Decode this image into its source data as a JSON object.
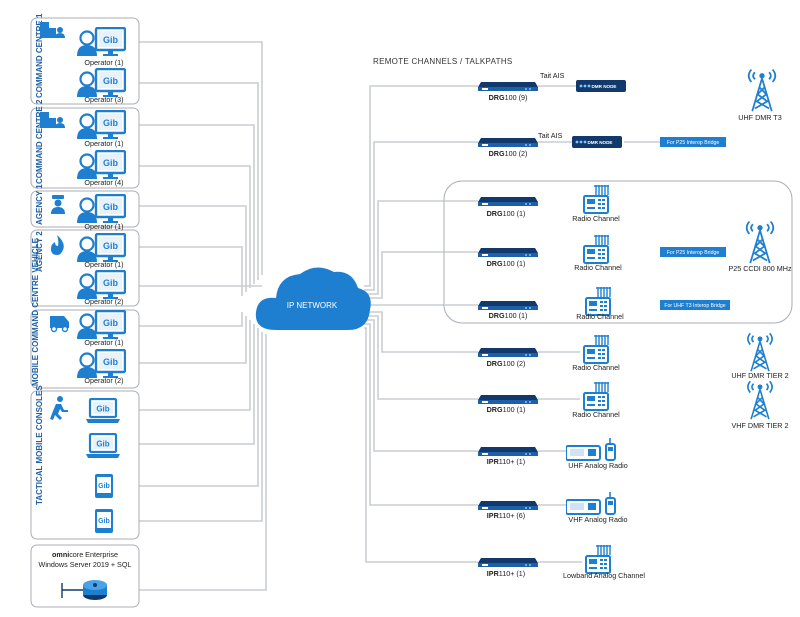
{
  "section_title": "REMOTE CHANNELS / TALKPATHS",
  "cloud_label": "IP NETWORK",
  "groups": {
    "cc1": "COMMAND CENTRE 1",
    "cc2": "COMMAND CENTRE 2",
    "agency1": "AGENCY 1",
    "agency2": "AGENCY 2",
    "mobile_cmd": "MOBILE COMMAND CENTRE VEHICLE",
    "tactical": "TACTICAL MOBILE CONSOLES"
  },
  "operators": {
    "cc1_a": "Operator (1)",
    "cc1_b": "Operator (3)",
    "cc2_a": "Operator (1)",
    "cc2_b": "Operator (4)",
    "ag1": "Operator (1)",
    "ag2_a": "Operator (1)",
    "ag2_b": "Operator (2)",
    "mcv_a": "Operator (1)",
    "mcv_b": "Operator (2)"
  },
  "server": {
    "brand_bold": "omni",
    "brand_rest": "core Enterprise",
    "os": "Windows Server 2019 + SQL"
  },
  "devices": {
    "d1": {
      "name": "DRG",
      "model": "100 (9)"
    },
    "d2": {
      "name": "DRG",
      "model": "100 (2)"
    },
    "d3": {
      "name": "DRG",
      "model": "100 (1)"
    },
    "d4": {
      "name": "DRG",
      "model": "100 (1)"
    },
    "d5": {
      "name": "DRG",
      "model": "100 (1)"
    },
    "d6": {
      "name": "DRG",
      "model": "100 (2)"
    },
    "d7": {
      "name": "DRG",
      "model": "100 (1)"
    },
    "d8": {
      "name": "IPR",
      "model": "110+ (1)"
    },
    "d9": {
      "name": "IPR",
      "model": "110+ (6)"
    },
    "d10": {
      "name": "IPR",
      "model": "110+ (1)"
    }
  },
  "tait": "Tait AIS",
  "dmr_node": "DMR NODE",
  "channels": {
    "c3": "Radio Channel",
    "c4": "Radio Channel",
    "c5": "Radio Channel",
    "c6": "Radio Channel",
    "c7": "Radio Channel",
    "c8": "UHF Analog Radio",
    "c9": "VHF Analog Radio",
    "c10": "Lowband Analog Channel"
  },
  "bridges": {
    "b2": "For P25 Interop Bridge",
    "b4": "For P25 Interop Bridge",
    "b5": "For UHF T3 Interop Bridge"
  },
  "towers": {
    "t1": "UHF DMR T3",
    "t2": "P25 CCDI 800 MHz",
    "t3": "UHF DMR TIER 2",
    "t4": "VHF DMR TIER 2"
  },
  "icons": [
    "building-icon",
    "police-officer-icon",
    "fire-icon",
    "vehicle-icon",
    "running-person-icon",
    "operator-monitor-icon",
    "laptop-icon",
    "tablet-icon",
    "server-disk-icon",
    "dmr-node-icon",
    "router-icon",
    "radio-tower-icon",
    "radio-unit-icon",
    "handheld-radio-icon",
    "network-cloud-icon"
  ],
  "colors": {
    "brand_blue": "#1e7fd0",
    "dark_navy": "#12396b",
    "line_gray": "#c9ced2",
    "box_border": "#a8aeb4"
  }
}
